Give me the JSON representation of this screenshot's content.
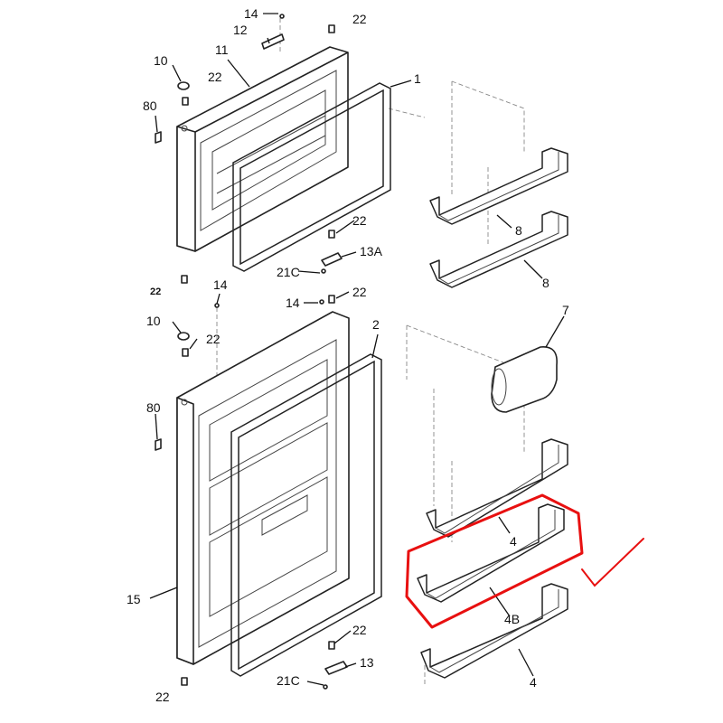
{
  "labels": {
    "l14_top": "14",
    "l22_top": "22",
    "l12": "12",
    "l10_top": "10",
    "l11": "11",
    "l22_b": "22",
    "l80_top": "80",
    "l1": "1",
    "l22_c": "22",
    "l13a": "13A",
    "l21c_top": "21C",
    "l22_left": "22",
    "l14_mid": "14",
    "l14_mid2": "14",
    "l22_mid": "22",
    "l8_a": "8",
    "l8_b": "8",
    "l10_bot": "10",
    "l22_d": "22",
    "l2": "2",
    "l7": "7",
    "l80_bot": "80",
    "l4_a": "4",
    "l4b": "4B",
    "l15": "15",
    "l22_e": "22",
    "l13": "13",
    "l21c_bot": "21C",
    "l22_f": "22",
    "l4_c": "4"
  },
  "annotation": {
    "highlight_color": "#e81010",
    "highlight_part": "4B",
    "checkmark": "check-mark"
  }
}
